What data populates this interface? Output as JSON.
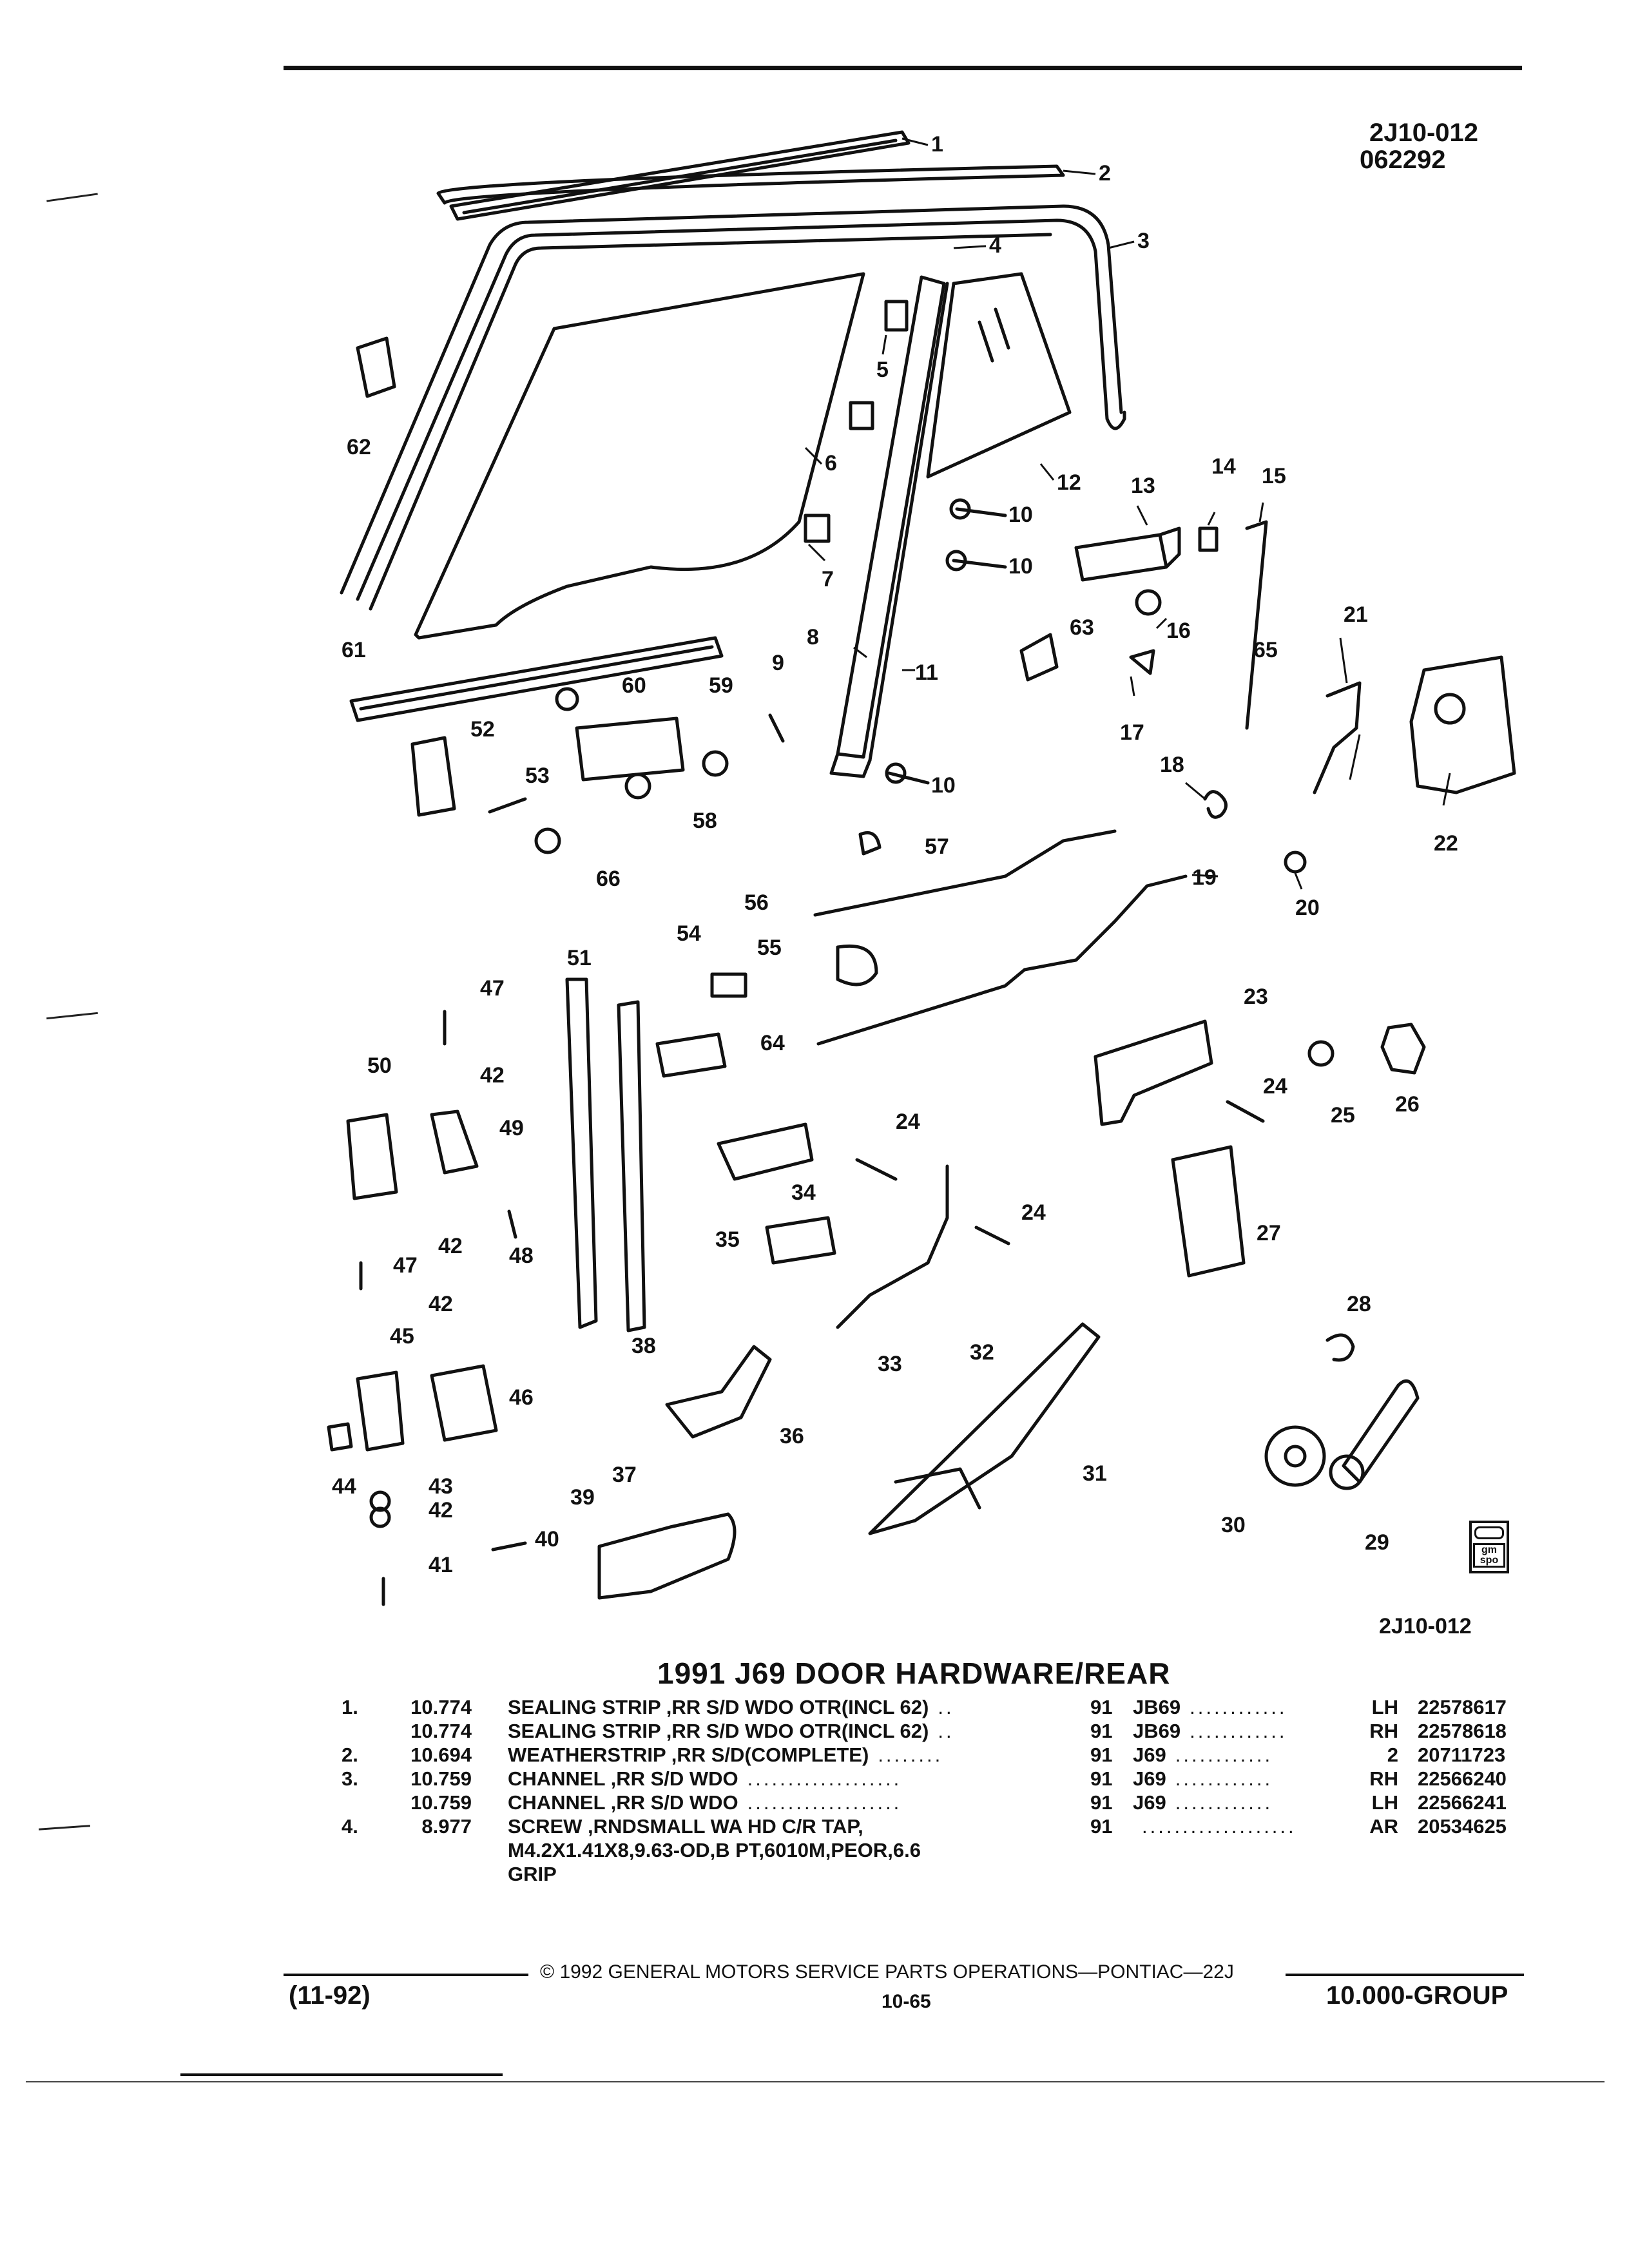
{
  "header": {
    "code": "2J10-012",
    "date": "062292"
  },
  "diagram": {
    "ref": "2J10-012",
    "callouts": [
      "1",
      "2",
      "3",
      "4",
      "5",
      "6",
      "7",
      "8",
      "9",
      "10",
      "10",
      "10",
      "11",
      "12",
      "13",
      "14",
      "15",
      "16",
      "17",
      "18",
      "19",
      "20",
      "21",
      "22",
      "23",
      "24",
      "24",
      "24",
      "25",
      "26",
      "27",
      "28",
      "29",
      "30",
      "31",
      "32",
      "33",
      "34",
      "35",
      "36",
      "37",
      "38",
      "39",
      "40",
      "41",
      "42",
      "42",
      "42",
      "43",
      "44",
      "45",
      "46",
      "47",
      "47",
      "48",
      "49",
      "50",
      "51",
      "52",
      "53",
      "54",
      "55",
      "56",
      "57",
      "58",
      "59",
      "60",
      "61",
      "62",
      "63",
      "64",
      "65",
      "66"
    ]
  },
  "title": "1991 J69 DOOR HARDWARE/REAR",
  "parts": [
    {
      "idx": "1.",
      "group": "10.774",
      "desc": "SEALING STRIP ,RR S/D WDO OTR(INCL 62)",
      "dots": "..",
      "year": "91",
      "model": "JB69",
      "mdots": "............",
      "qty": "LH",
      "pn": "22578617"
    },
    {
      "idx": "",
      "group": "10.774",
      "desc": "SEALING STRIP ,RR S/D WDO OTR(INCL 62)",
      "dots": "..",
      "year": "91",
      "model": "JB69",
      "mdots": "............",
      "qty": "RH",
      "pn": "22578618"
    },
    {
      "idx": "2.",
      "group": "10.694",
      "desc": "WEATHERSTRIP ,RR S/D(COMPLETE)",
      "dots": "........",
      "year": "91",
      "model": "J69",
      "mdots": "............",
      "qty": "2",
      "pn": "20711723"
    },
    {
      "idx": "3.",
      "group": "10.759",
      "desc": "CHANNEL ,RR S/D WDO",
      "dots": "...................",
      "year": "91",
      "model": "J69",
      "mdots": "............",
      "qty": "RH",
      "pn": "22566240"
    },
    {
      "idx": "",
      "group": "10.759",
      "desc": "CHANNEL ,RR S/D WDO",
      "dots": "...................",
      "year": "91",
      "model": "J69",
      "mdots": "............",
      "qty": "LH",
      "pn": "22566241"
    },
    {
      "idx": "4.",
      "group": "8.977",
      "desc": "SCREW ,RNDSMALL WA HD C/R TAP,",
      "dots": "",
      "year": "91",
      "model": "",
      "mdots": "...................",
      "qty": "AR",
      "pn": "20534625"
    }
  ],
  "parts_cont": [
    "M4.2X1.41X8,9.63-OD,B PT,6010M,PEOR,6.6",
    "GRIP"
  ],
  "footer": {
    "copyright": "© 1992 GENERAL MOTORS SERVICE PARTS OPERATIONS—PONTIAC—22J",
    "date": "(11-92)",
    "page": "10-65",
    "group": "10.000-GROUP"
  },
  "gm_logo_text": "gm spo"
}
